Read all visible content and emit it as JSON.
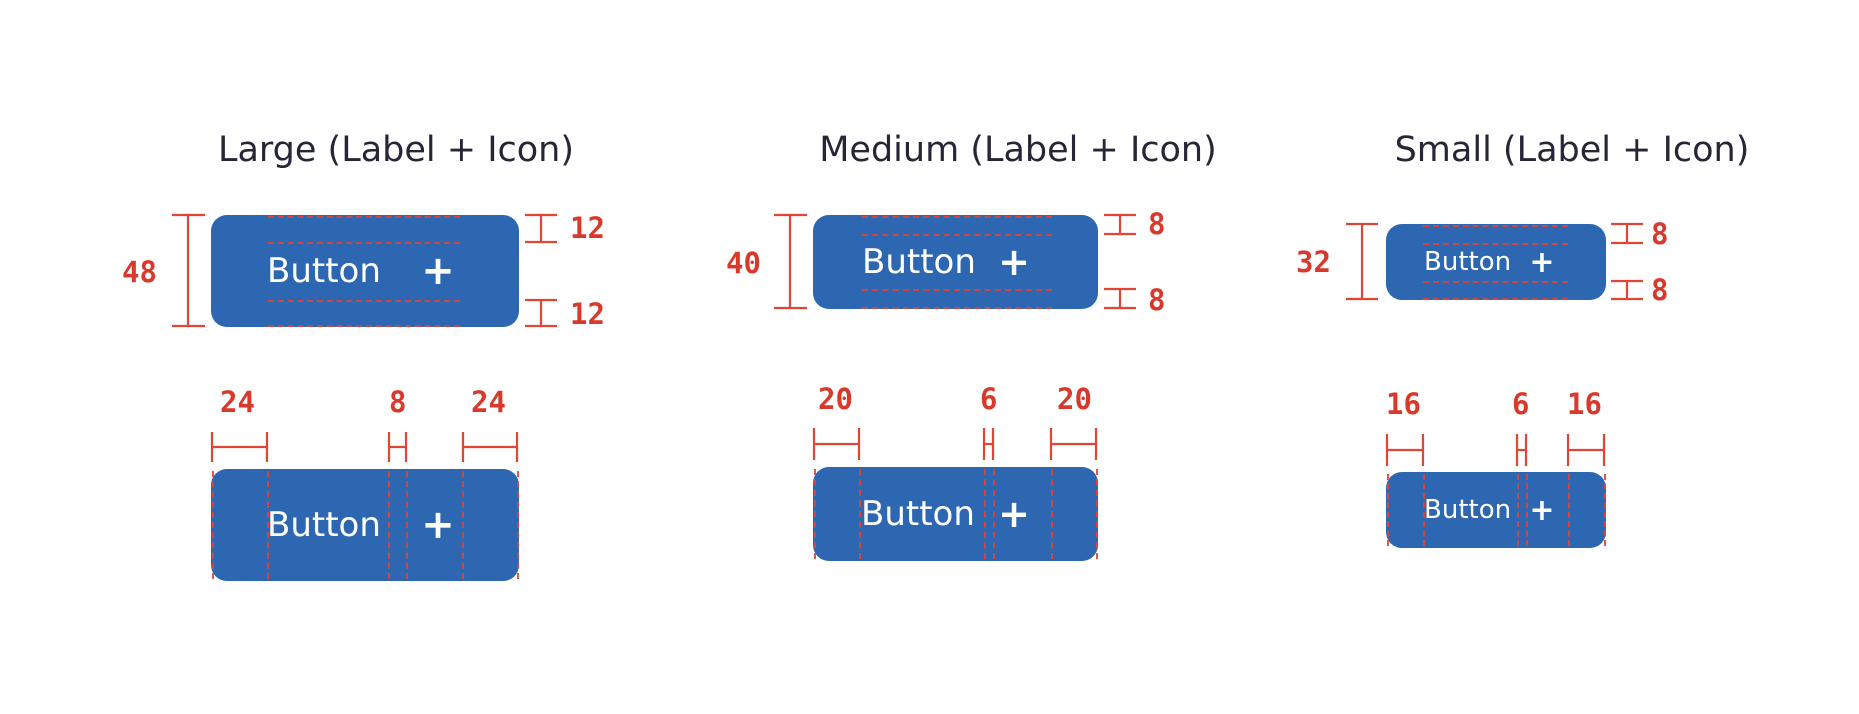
{
  "colors": {
    "button": "#2d67b1",
    "annotation": "#d8392b",
    "title": "#282636"
  },
  "variants": [
    {
      "title": "Large (Label + Icon)",
      "button_label": "Button",
      "icon": "plus-icon",
      "height": "48",
      "padding_top": "12",
      "padding_bottom": "12",
      "padding_left": "24",
      "gap": "8",
      "padding_right": "24"
    },
    {
      "title": "Medium (Label + Icon)",
      "button_label": "Button",
      "icon": "plus-icon",
      "height": "40",
      "padding_top": "8",
      "padding_bottom": "8",
      "padding_left": "20",
      "gap": "6",
      "padding_right": "20"
    },
    {
      "title": "Small (Label + Icon)",
      "button_label": "Button",
      "icon": "plus-icon",
      "height": "32",
      "padding_top": "8",
      "padding_bottom": "8",
      "padding_left": "16",
      "gap": "6",
      "padding_right": "16"
    }
  ]
}
